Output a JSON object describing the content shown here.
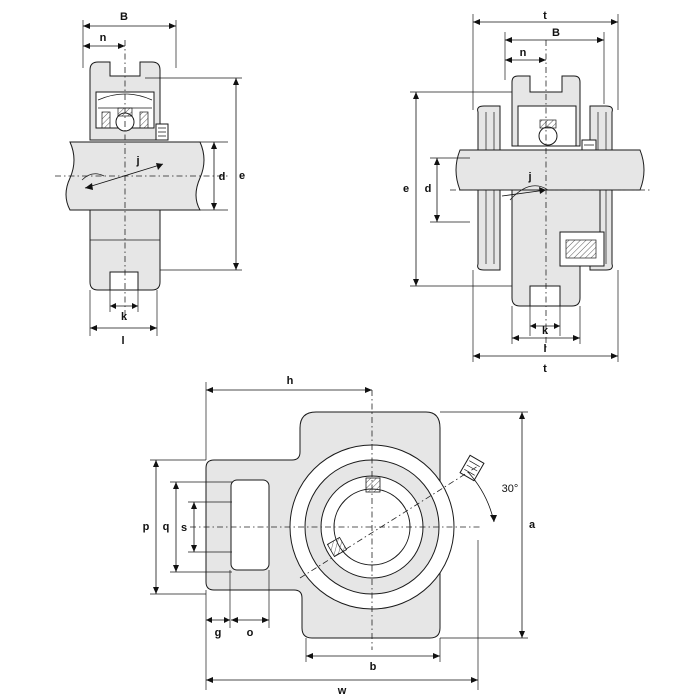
{
  "labels": {
    "side_view_a": {
      "B": "B",
      "n": "n",
      "j": "j",
      "d": "d",
      "e": "e",
      "k": "k",
      "l": "l"
    },
    "side_view_b": {
      "t": "t",
      "B": "B",
      "n": "n",
      "j": "j",
      "d": "d",
      "e": "e",
      "k": "k",
      "l": "l",
      "t_bottom": "t"
    },
    "front_view": {
      "h": "h",
      "p": "p",
      "q": "q",
      "s": "s",
      "g": "g",
      "o": "o",
      "b": "b",
      "w": "w",
      "a": "a",
      "angle": "30°"
    }
  }
}
